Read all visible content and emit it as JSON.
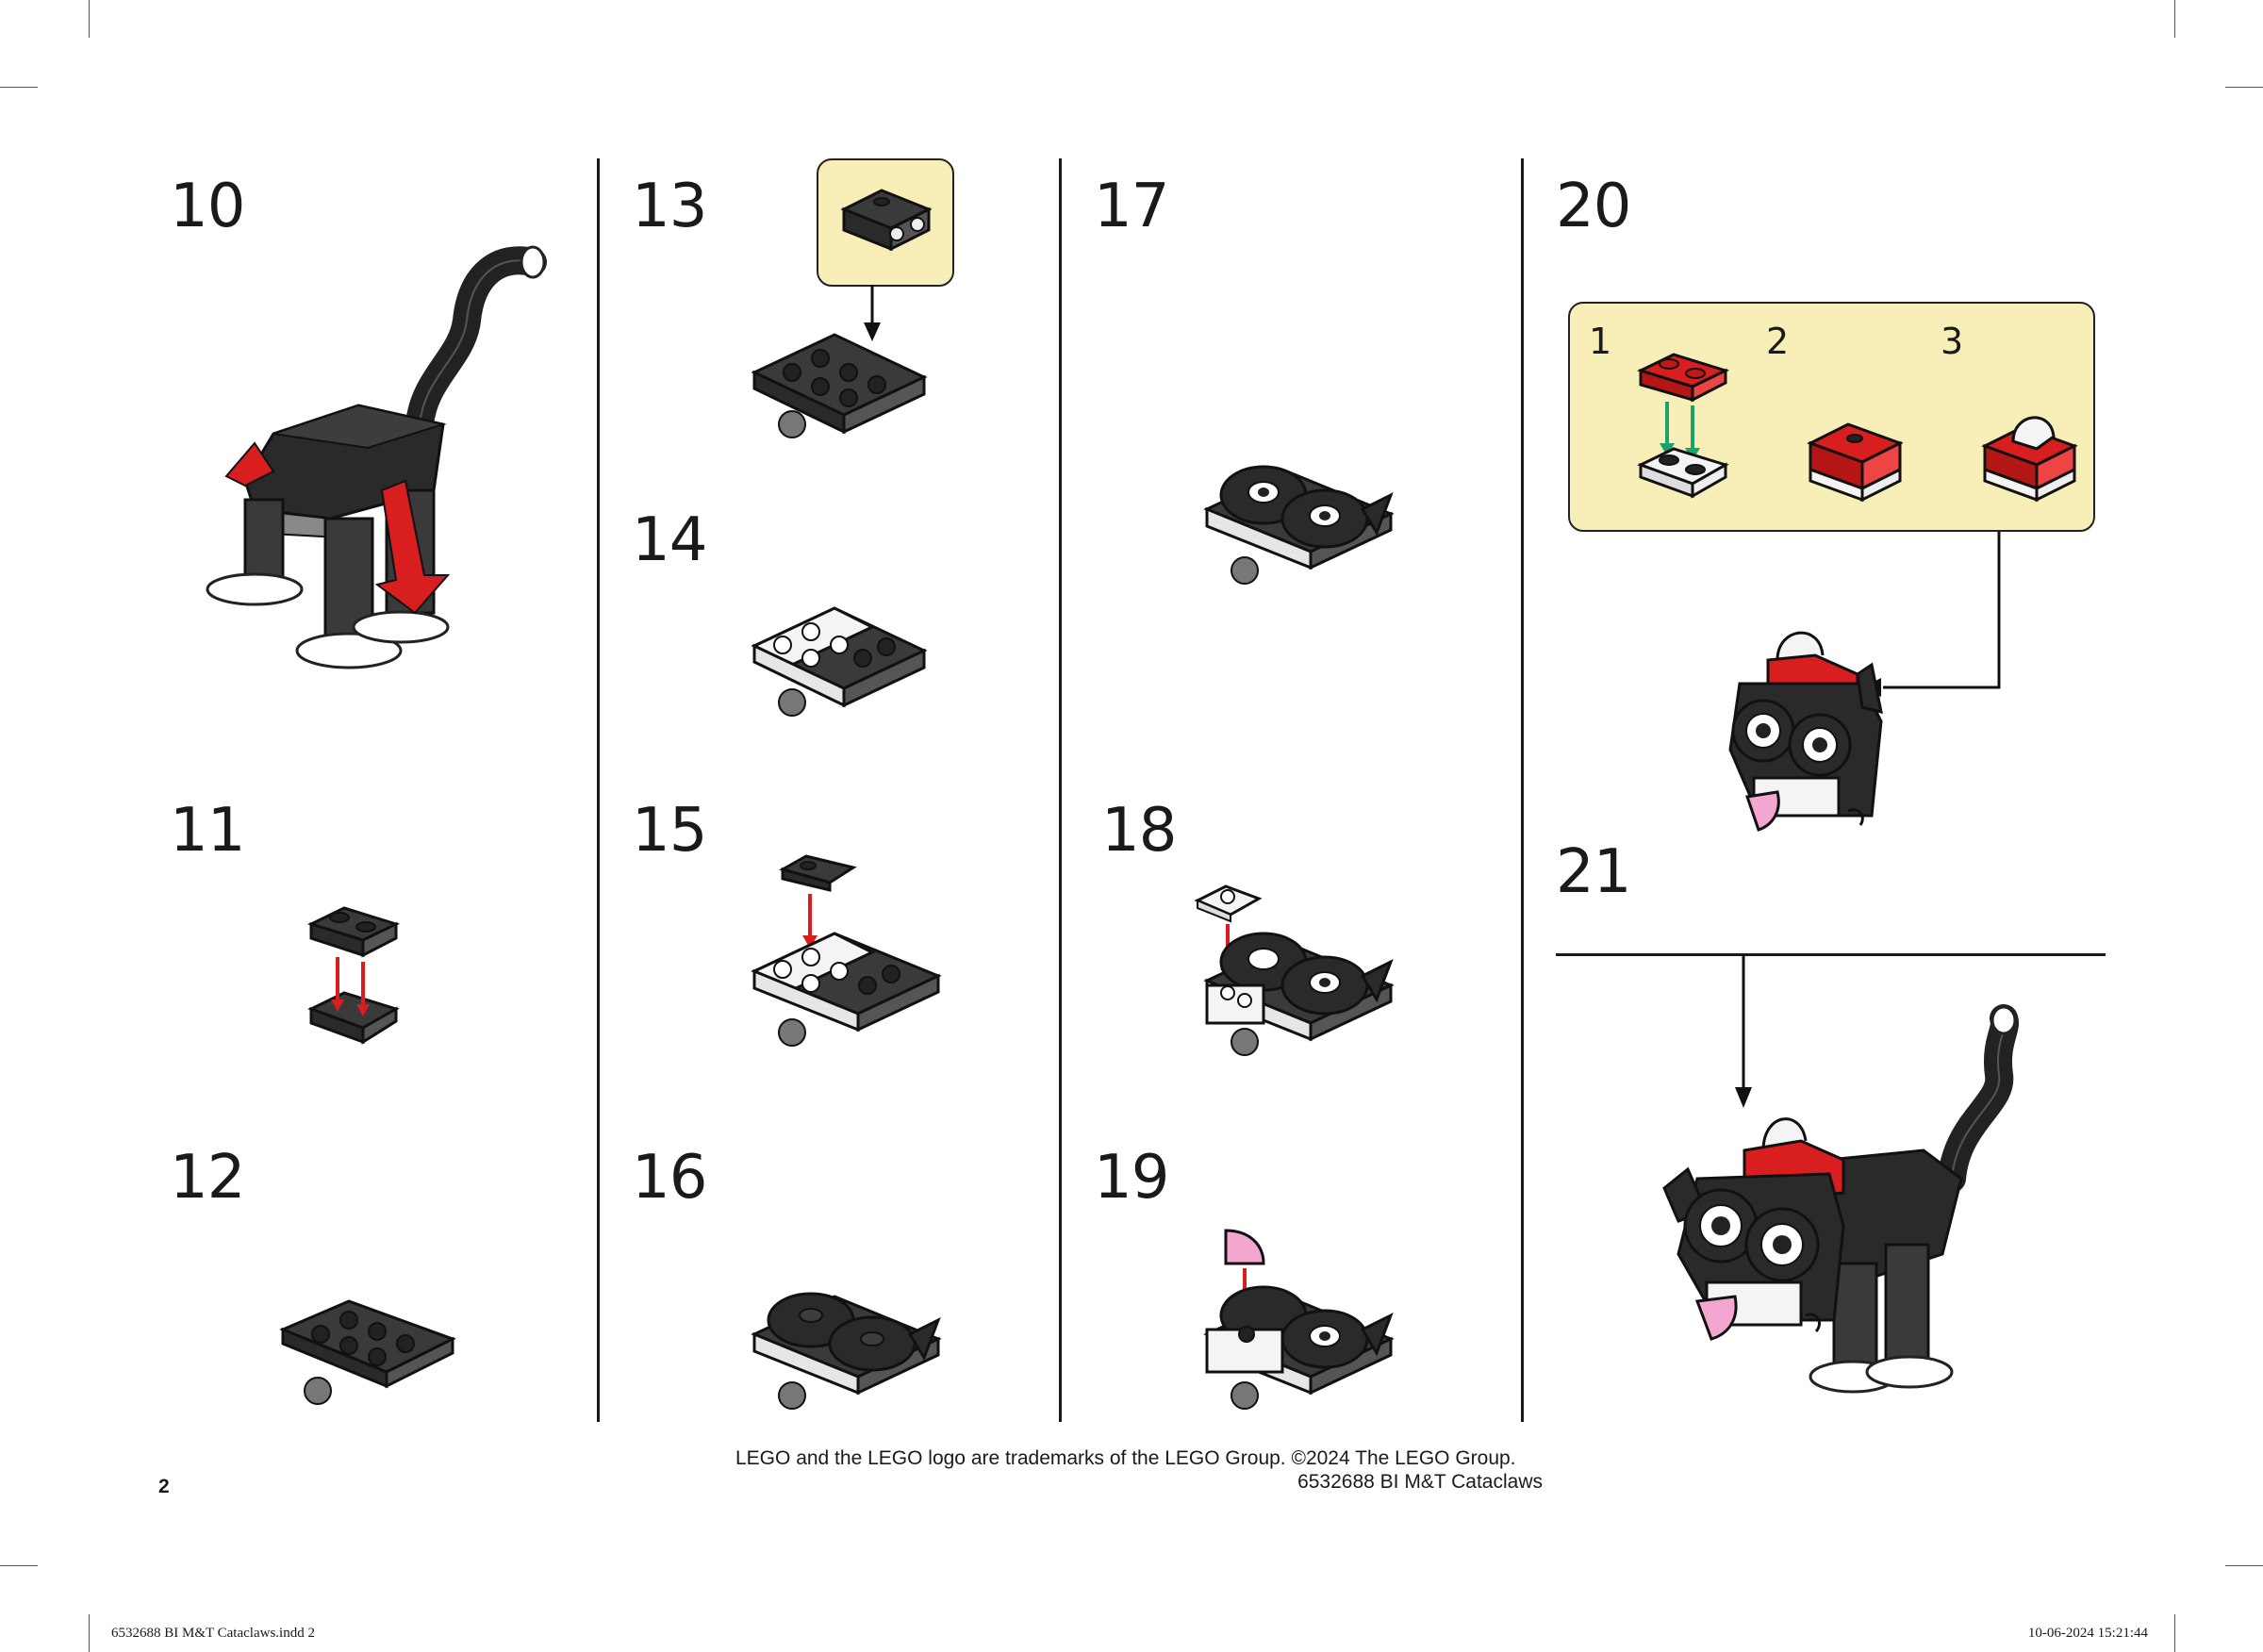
{
  "steps": [
    {
      "n": "10"
    },
    {
      "n": "11"
    },
    {
      "n": "12"
    },
    {
      "n": "13"
    },
    {
      "n": "14"
    },
    {
      "n": "15"
    },
    {
      "n": "16"
    },
    {
      "n": "17"
    },
    {
      "n": "18"
    },
    {
      "n": "19"
    },
    {
      "n": "20"
    },
    {
      "n": "21"
    }
  ],
  "substeps": [
    "1",
    "2",
    "3"
  ],
  "footer": {
    "trademark": "LEGO and the LEGO logo are trademarks of the LEGO Group. ©2024 The LEGO Group.",
    "product": "6532688 BI M&T Cataclaws",
    "page": "2"
  },
  "slug": {
    "file": "6532688 BI M&T Cataclaws.indd   2",
    "timestamp": "10-06-2024   15:21:44"
  },
  "colors": {
    "callout_bg": "#f8efb8",
    "brick_black": "#2a2a2a",
    "brick_red": "#d81e1e",
    "brick_pink": "#f2a6d0",
    "arrow_red": "#d81e1e",
    "arrow_green": "#1aa36b"
  }
}
